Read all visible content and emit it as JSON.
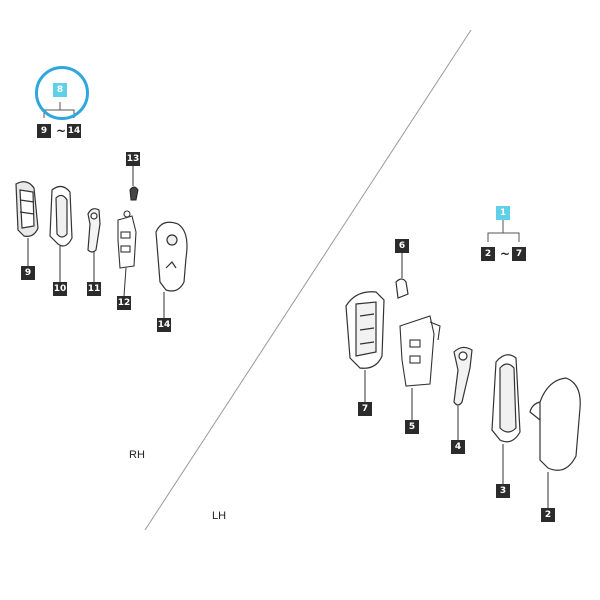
{
  "callouts": {
    "rh_group": "8",
    "rh_from": "9",
    "rh_tilde": "~",
    "rh_to": "14",
    "lh_group": "1",
    "lh_from": "2",
    "lh_tilde": "~",
    "lh_to": "7",
    "p2": "2",
    "p3": "3",
    "p4": "4",
    "p5": "5",
    "p6": "6",
    "p7": "7",
    "p9": "9",
    "p10": "10",
    "p11": "11",
    "p12": "12",
    "p13": "13",
    "p14": "14"
  },
  "sides": {
    "right": "RH",
    "left": "LH"
  },
  "colors": {
    "group_tag": "#5fd0e8",
    "highlight_ring": "#2fa6dc",
    "part_tag": "#2b2b2b"
  }
}
